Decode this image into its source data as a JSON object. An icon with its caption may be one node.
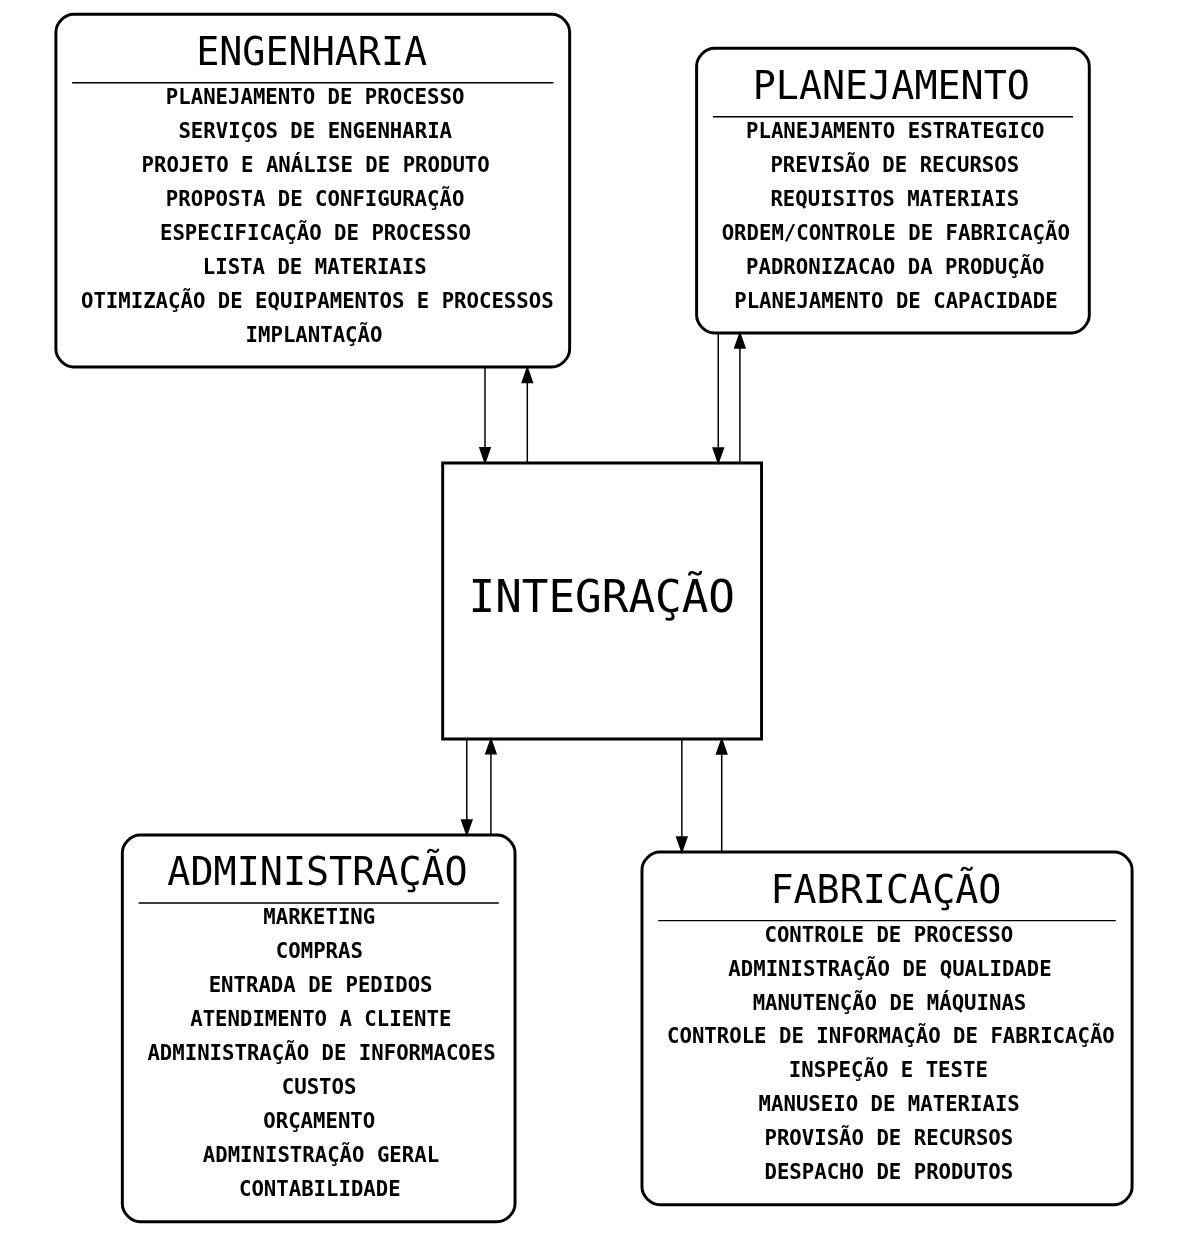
{
  "diagram": {
    "nodes": [
      {
        "text": [
          "ENGENHARIA",
          "PLANEJAMENTO DE PROCESSO",
          "SERVIÇOS DE ENGENHARIA",
          "PROJETO E ANÁLISE DE PRODUTO",
          "PROPOSTA DE CONFIGURAÇÃO",
          "ESPECIFICAÇÃO DE PROCESSO",
          "LISTA DE MATERIAIS",
          "OTIMIZAÇÃO DE EQUIPAMENTOS E PROCESSOS",
          "IMPLANTAÇÃO"
        ]
      },
      {
        "text": [
          "PLANEJAMENTO",
          "PLANEJAMENTO ESTRATEGICO",
          "PREVISÃO DE RECURSOS",
          "REQUISITOS MATERIAIS",
          "ORDEM/CONTROLE DE FABRICAÇÃO",
          "PADRONIZACAO DA PRODUÇÃO",
          "PLANEJAMENTO DE CAPACIDADE"
        ]
      },
      {
        "text": [
          "INTEGRAÇÃO"
        ]
      },
      {
        "text": [
          "ADMINISTRAÇÃO",
          "MARKETING",
          "COMPRAS",
          "ENTRADA DE PEDIDOS",
          "ATENDIMENTO A CLIENTE",
          "ADMINISTRAÇÃO DE INFORMACOES",
          "CUSTOS",
          "ORÇAMENTO",
          "ADMINISTRAÇÃO GERAL",
          "CONTABILIDADE"
        ]
      },
      {
        "text": [
          "FABRICAÇÃO",
          "CONTROLE DE PROCESSO",
          "ADMINISTRAÇÃO DE QUALIDADE",
          "MANUTENÇÃO DE MÁQUINAS",
          "CONTROLE DE INFORMAÇÃO DE FABRICAÇÃO",
          "INSPEÇÃO E TESTE",
          "MANUSEIO DE MATERIAIS",
          "PROVISÃO DE RECURSOS",
          "DESPACHO DE PRODUTOS"
        ]
      }
    ],
    "edges": [
      {
        "from": 0,
        "to": 2,
        "arrow": "to"
      },
      {
        "from": 2,
        "to": 0,
        "arrow": "to"
      },
      {
        "from": 1,
        "to": 2,
        "arrow": "to"
      },
      {
        "from": 2,
        "to": 1,
        "arrow": "to"
      },
      {
        "from": 2,
        "to": 3,
        "arrow": "to"
      },
      {
        "from": 3,
        "to": 2,
        "arrow": "to"
      },
      {
        "from": 2,
        "to": 4,
        "arrow": "to"
      },
      {
        "from": 4,
        "to": 2,
        "arrow": "to"
      }
    ]
  }
}
